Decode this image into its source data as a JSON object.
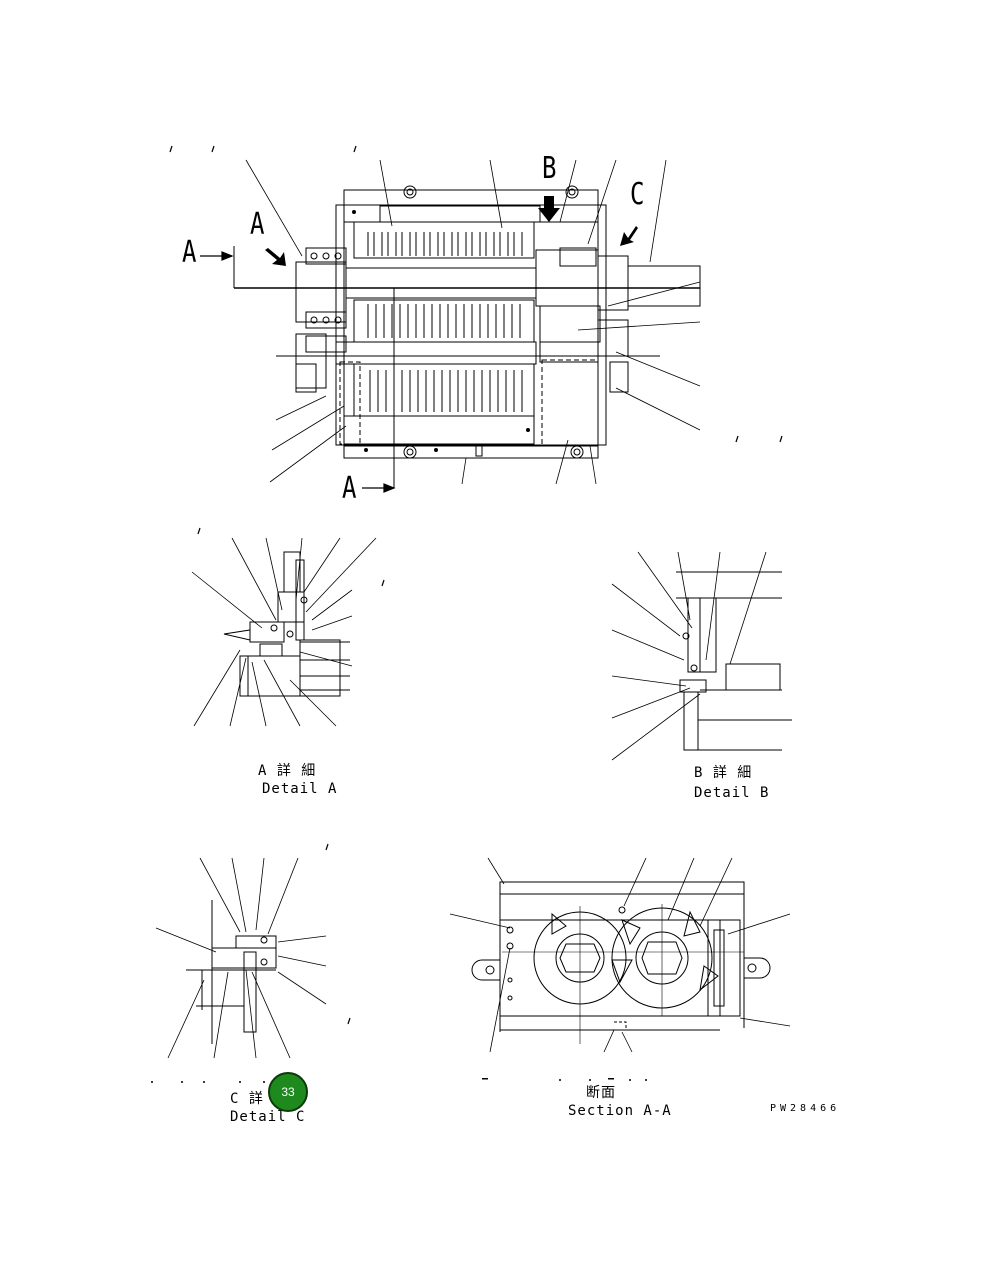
{
  "labels": {
    "a_left": "A",
    "a_arrow": "A",
    "a_bottom": "A",
    "b_top": "B",
    "c_top": "C"
  },
  "captions": {
    "detail_a_jp": "A 詳 細",
    "detail_a_en": "Detail A",
    "detail_b_jp": "B 詳 細",
    "detail_b_en": "Detail B",
    "detail_c_jp": "C 詳",
    "detail_c_en": "Detail C",
    "section_jp": "断面",
    "section_en": "Section A-A"
  },
  "drawing_code": "PW28466",
  "page_badge": "33"
}
